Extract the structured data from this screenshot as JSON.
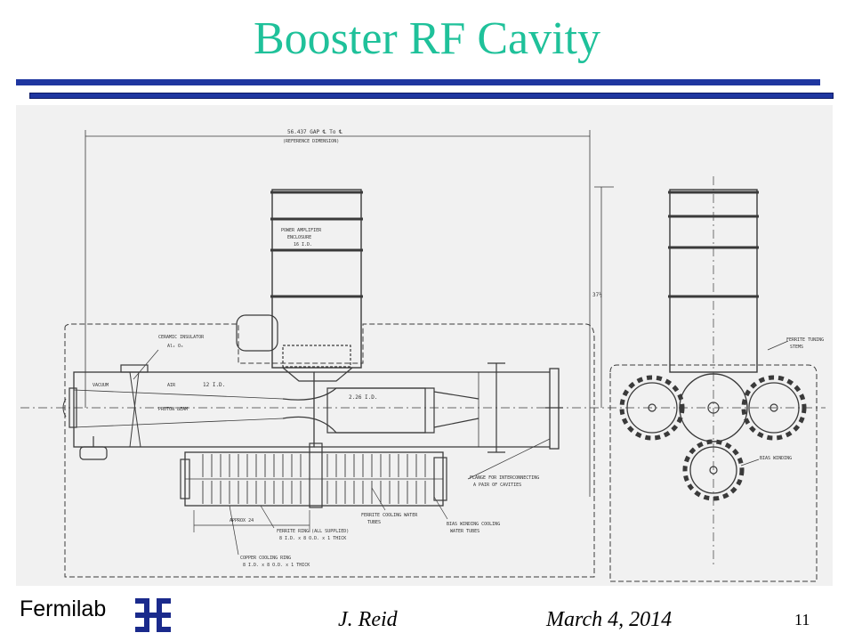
{
  "slide": {
    "title": "Booster RF Cavity",
    "page_number": "11"
  },
  "footer": {
    "logo_text": "Fermilab",
    "author": "J. Reid",
    "date": "March 4, 2014"
  },
  "drawing": {
    "labels": {
      "gap": "56.437 GAP ℄ To ℄",
      "gap_sub": "(REFERENCE DIMENSION)",
      "power_amp": "POWER AMPLIFIER",
      "power_amp_2": "ENCLOSURE",
      "power_amp_3": "16 I.D.",
      "ceramic": "CERAMIC INSULATOR",
      "ceramic_2": "Al₂ O₃",
      "vacuum": "VACUUM",
      "air": "AIR",
      "id12": "12 I.D.",
      "proton_beam": "PROTON BEAM",
      "id226": "2.26 I.D.",
      "approx": "APPROX 24",
      "ferrite_ring": "FERRITE RING (ALL SUPPLIED)",
      "ferrite_ring_2": "8 I.D. x 8 O.D. x 1 THICK",
      "copper_ring": "COPPER COOLING RING",
      "copper_ring_2": "8 I.D. x 8 O.D. x 1 THICK",
      "ferrite_water": "FERRITE COOLING WATER",
      "ferrite_water_2": "TUBES",
      "bias_water": "BIAS WINDING COOLING",
      "bias_water_2": "WATER TUBES",
      "flange": "FLANGE FOR INTERCONNECTING",
      "flange_2": "A PAIR OF CAVITIES",
      "dim_37": "37½",
      "ferrite_tuning": "FERRITE TUNING",
      "ferrite_tuning_2": "STEMS",
      "bias_winding": "BIAS WINDING"
    }
  }
}
